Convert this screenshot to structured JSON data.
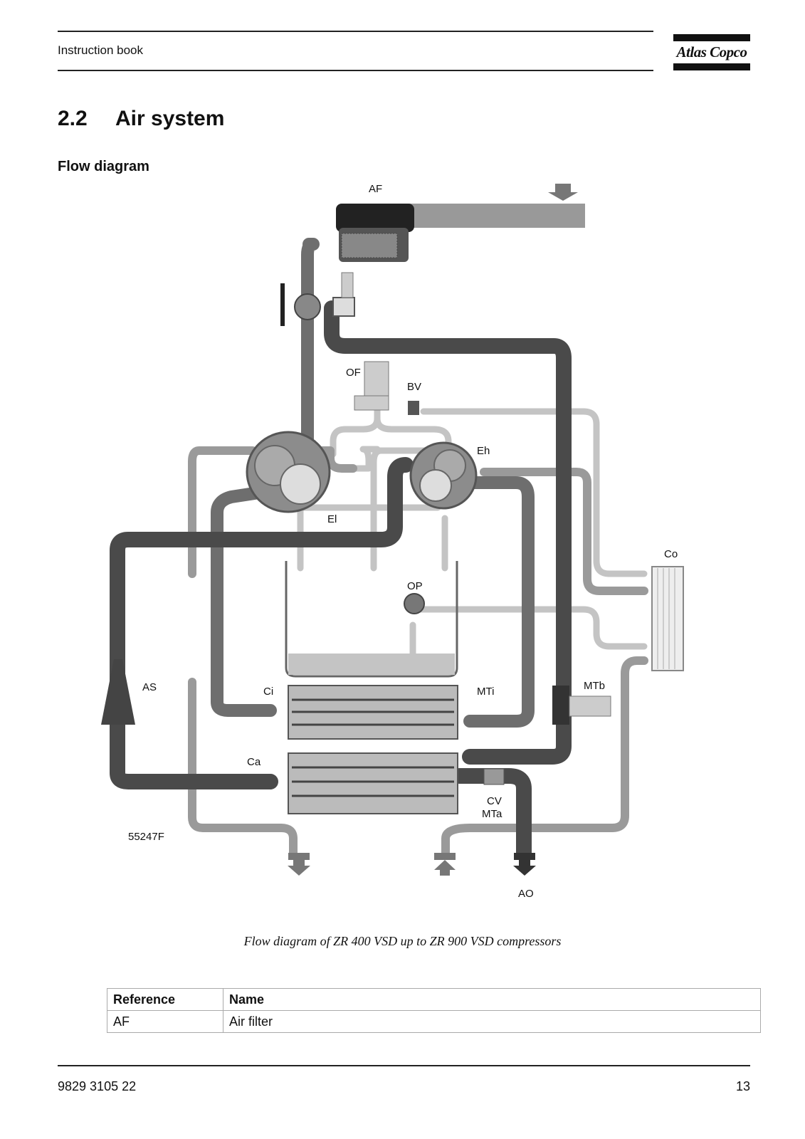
{
  "header": {
    "doc_label": "Instruction book",
    "logo_text": "Atlas Copco"
  },
  "section": {
    "number": "2.2",
    "title": "Air system"
  },
  "subheading": "Flow diagram",
  "diagram": {
    "labels": {
      "af": "AF",
      "of": "OF",
      "bv": "BV",
      "eh": "Eh",
      "el": "El",
      "co": "Co",
      "op": "OP",
      "as": "AS",
      "ci": "Ci",
      "mti": "MTi",
      "mtb": "MTb",
      "ca": "Ca",
      "cv": "CV",
      "mta": "MTa",
      "ao": "AO",
      "figure_id": "55247F"
    },
    "caption": "Flow diagram of ZR 400 VSD up to ZR 900 VSD compressors"
  },
  "table": {
    "headers": [
      "Reference",
      "Name"
    ],
    "rows": [
      [
        "AF",
        "Air filter"
      ]
    ]
  },
  "footer": {
    "doc_number": "9829 3105 22",
    "page": "13"
  }
}
